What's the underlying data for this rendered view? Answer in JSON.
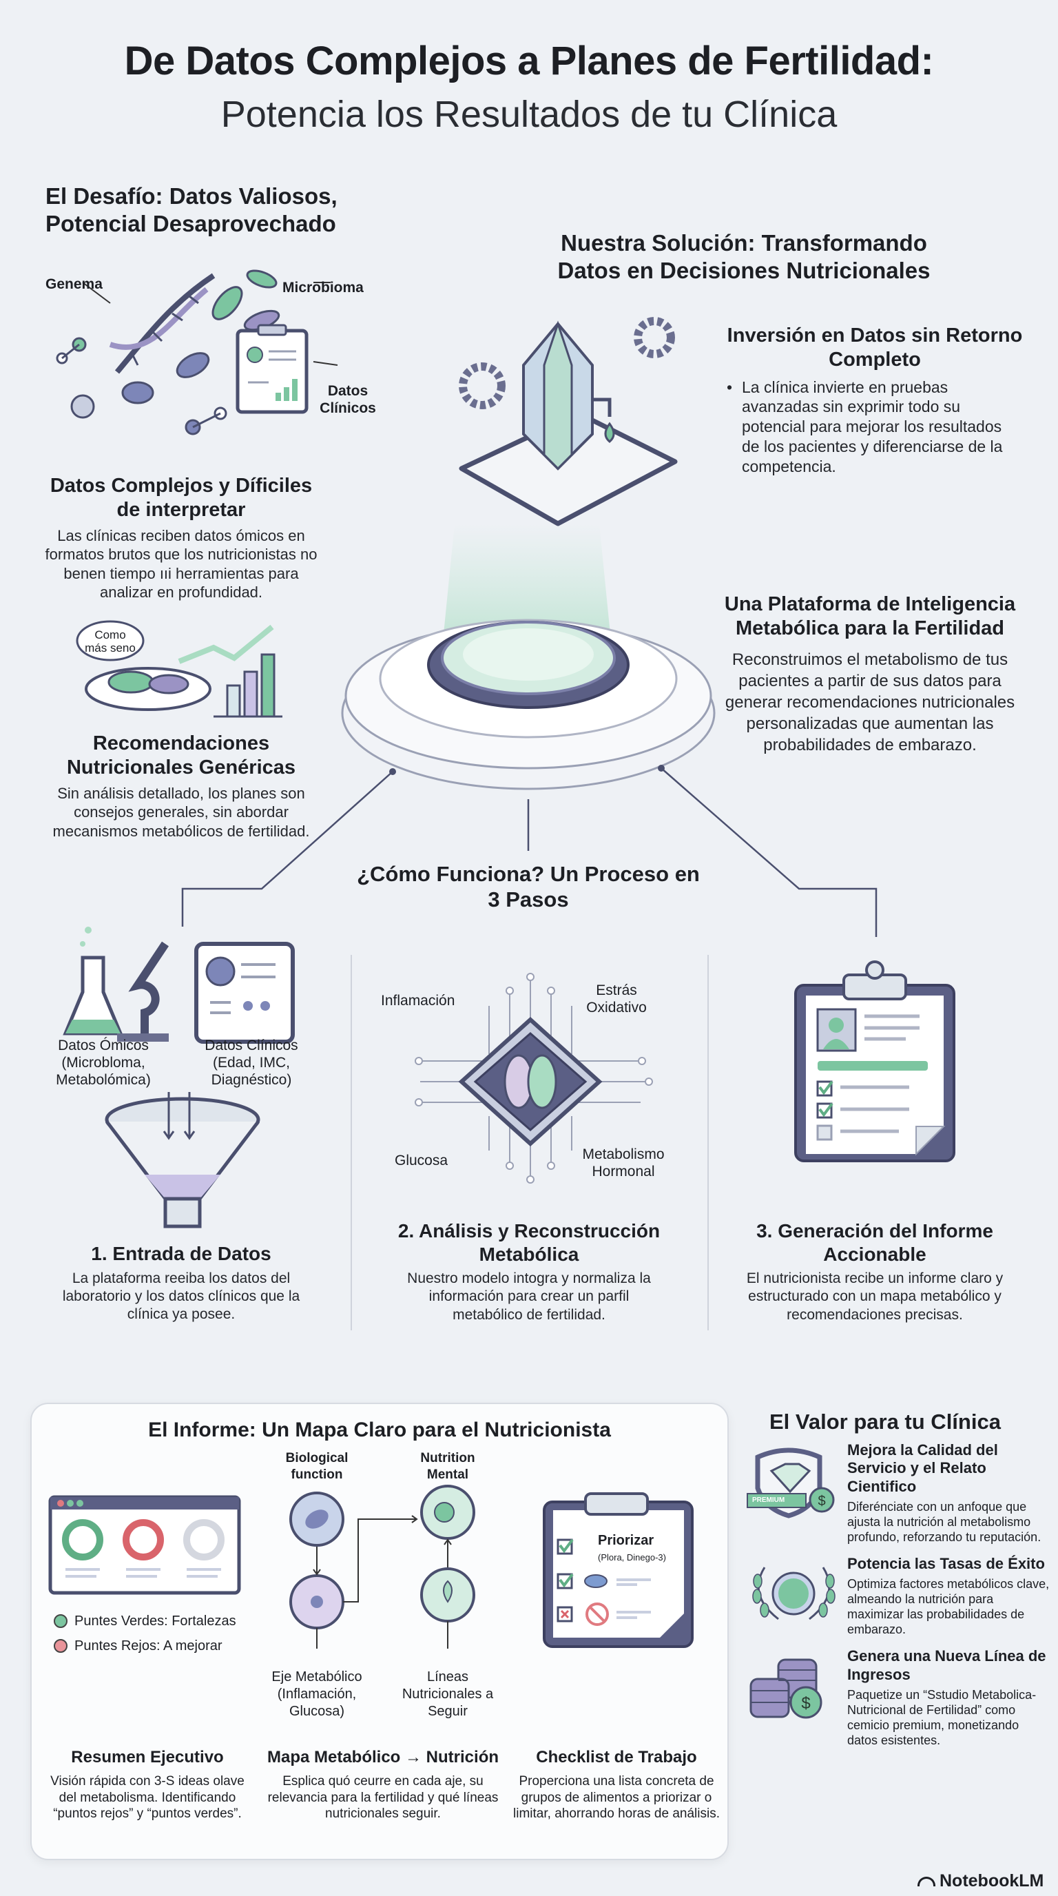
{
  "title": {
    "line1": "De Datos Complejos a Planes de Fertilidad:",
    "line2": "Potencia los Resultados de tu Clínica"
  },
  "challenge": {
    "heading": "El Desafío: Datos Valiosos, Potencial Desaprovechado",
    "labels": {
      "genome": "Genema",
      "microbiome": "Microbioma",
      "clinical": "Datos Clínicos"
    },
    "bubble": "Como más seno",
    "items": [
      {
        "title": "Datos Complejos y Díficiles de interpretar",
        "text": "Las clínicas reciben datos ómicos en formatos brutos que los nutricionistas no benen tiempo ııi herramientas para analizar en profundidad."
      },
      {
        "title": "Recomendaciones Nutricionales Genéricas",
        "text": "Sin análisis detallado, los planes son consejos generales, sin abordar mecanismos metabólicos de fertilidad."
      }
    ]
  },
  "solution": {
    "heading": "Nuestra Solución: Transformando Datos en Decisiones Nutricionales",
    "investment": {
      "title": "Inversión en Datos sin Retorno Completo",
      "bullet": "La clínica invierte en pruebas avanzadas sin exprimir todo su potencial para mejorar los resultados de los pacientes y diferenciarse de la competencia."
    },
    "platform": {
      "title": "Una Plataforma de Inteligencia Metabólica para la Fertilidad",
      "text": "Reconstruimos el metabolismo de tus pacientes a partir de sus datos para generar recomendaciones nutricionales personalizadas que aumentan las probabilidades de embarazo."
    }
  },
  "process": {
    "heading": "¿Cómo Funciona? Un Proceso en 3 Pasos",
    "steps": [
      {
        "title": "1. Entrada de Datos",
        "text": "La plataforma reeiba los datos del laboratorio y los datos clínicos que la clínica ya posee.",
        "labels": [
          "Datos Ómicos (Microbloma, Metabolómica)",
          "Datos Clínicos (Edad, IMC, Diagnéstico)"
        ]
      },
      {
        "title": "2. Análisis y Reconstrucción Metabólica",
        "text": "Nuestro modelo intogra y normaliza la información para crear un parfil metabólico de fertilidad.",
        "labels": [
          "Inflamación",
          "Estrás Oxidativo",
          "Glucosa",
          "Metabolismo Hormonal"
        ]
      },
      {
        "title": "3. Generación del Informe Accionable",
        "text": "El nutricionista recibe un informe claro y estructurado con un mapa metabólico y recomendaciones precisas."
      }
    ]
  },
  "report": {
    "heading": "El Informe: Un Mapa Claro para el Nutricionista",
    "legend": [
      {
        "label": "Puntes Verdes: Fortalezas",
        "color": "#5fae85"
      },
      {
        "label": "Puntes Rejos: A mejorar",
        "color": "#e07a80"
      }
    ],
    "map_labels": {
      "bio": "Biological function",
      "nutrition": "Nutrition Mental",
      "axis": "Eje Metabólico (Inflamación, Glucosa)",
      "lines": "Líneas Nutricionales a Seguir"
    },
    "checklist_item": "Priorizar",
    "checklist_sub": "(Plora, Dinego-3)",
    "columns": [
      {
        "title": "Resumen Ejecutivo",
        "text": "Visión rápida con 3-S ideas olave del metabolisma. Identificando “puntos rejos” y “puntos verdes”."
      },
      {
        "title": "Mapa Metabólico → Nutrición",
        "text": "Esplica quó ceurre en cada aje, su relevancia para la fertilidad y qué líneas nutricionales seguir."
      },
      {
        "title": "Checklist de Trabajo",
        "text": "Properciona una lista concreta de grupos de alimentos a priorizar o limitar, ahorrando horas de análisis."
      }
    ]
  },
  "value": {
    "heading": "El Valor para tu Clínica",
    "badge": "PREMIUM",
    "items": [
      {
        "title": "Mejora la Calidad del Servicio y el Relato Cientifico",
        "text": "Diferénciate con un anfoque que ajusta la nutrición al metabolismo profundo, reforzando tu reputación.",
        "icon": "shield-diamond-icon"
      },
      {
        "title": "Potencia las Tasas de Éxito",
        "text": "Optimiza factores metabólicos clave, almeando la nutrición para maximizar las probabilidades de embarazo.",
        "icon": "laurel-icon"
      },
      {
        "title": "Genera una Nueva Línea de Ingresos",
        "text": "Paquetize un “Sstudio Metabolica-Nutricional de Fertilidad” como cemicio premium, monetizando datos esistentes.",
        "icon": "coins-icon"
      }
    ]
  },
  "brand": "NotebookLM",
  "colors": {
    "green": "#7cc5a0",
    "purple": "#9b93c4",
    "navy": "#4a4f6e",
    "red": "#e07a80",
    "background": "#eef1f5"
  }
}
